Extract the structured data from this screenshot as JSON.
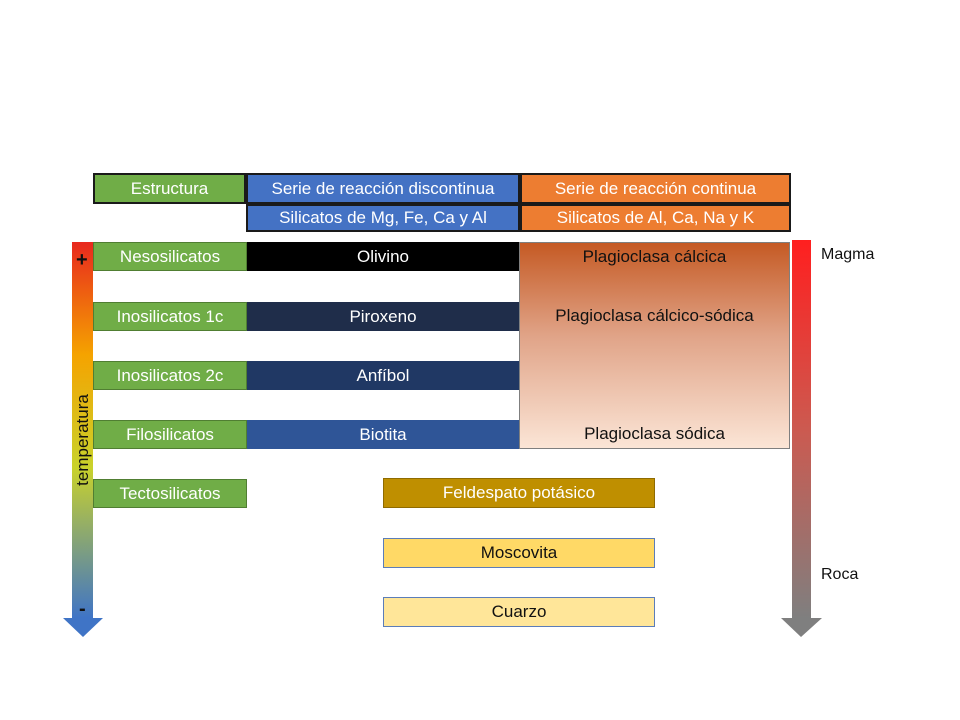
{
  "header": {
    "structure": "Estructura",
    "discontinuous": "Serie de reacción discontinua",
    "continuous": "Serie de reacción continua",
    "discontinuous_sub": "Silicatos de Mg, Fe, Ca y Al",
    "continuous_sub": "Silicatos de Al, Ca, Na y K"
  },
  "structures": [
    "Nesosilicatos",
    "Inosilicatos 1c",
    "Inosilicatos 2c",
    "Filosilicatos",
    "Tectosilicatos"
  ],
  "discontinuous_minerals": [
    "Olivino",
    "Piroxeno",
    "Anfíbol",
    "Biotita"
  ],
  "plagioclase": [
    "Plagioclasa cálcica",
    "Plagioclasa cálcico-sódica",
    "Plagioclasa sódica"
  ],
  "late_minerals": [
    "Feldespato potásico",
    "Moscovita",
    "Cuarzo"
  ],
  "temperature_axis": {
    "label": "temperatura",
    "high": "+",
    "low": "-"
  },
  "state_axis": {
    "top": "Magma",
    "bottom": "Roca"
  },
  "colors": {
    "green": "#70ad47",
    "blue": "#4472c4",
    "orange": "#ed7d31",
    "olivino": "#000000",
    "piroxeno": "#1f2d4a",
    "anfibol": "#203864",
    "biotita": "#2f5597",
    "feldespato": "#bf8f00",
    "moscovita": "#ffd966",
    "cuarzo": "#ffe699"
  }
}
